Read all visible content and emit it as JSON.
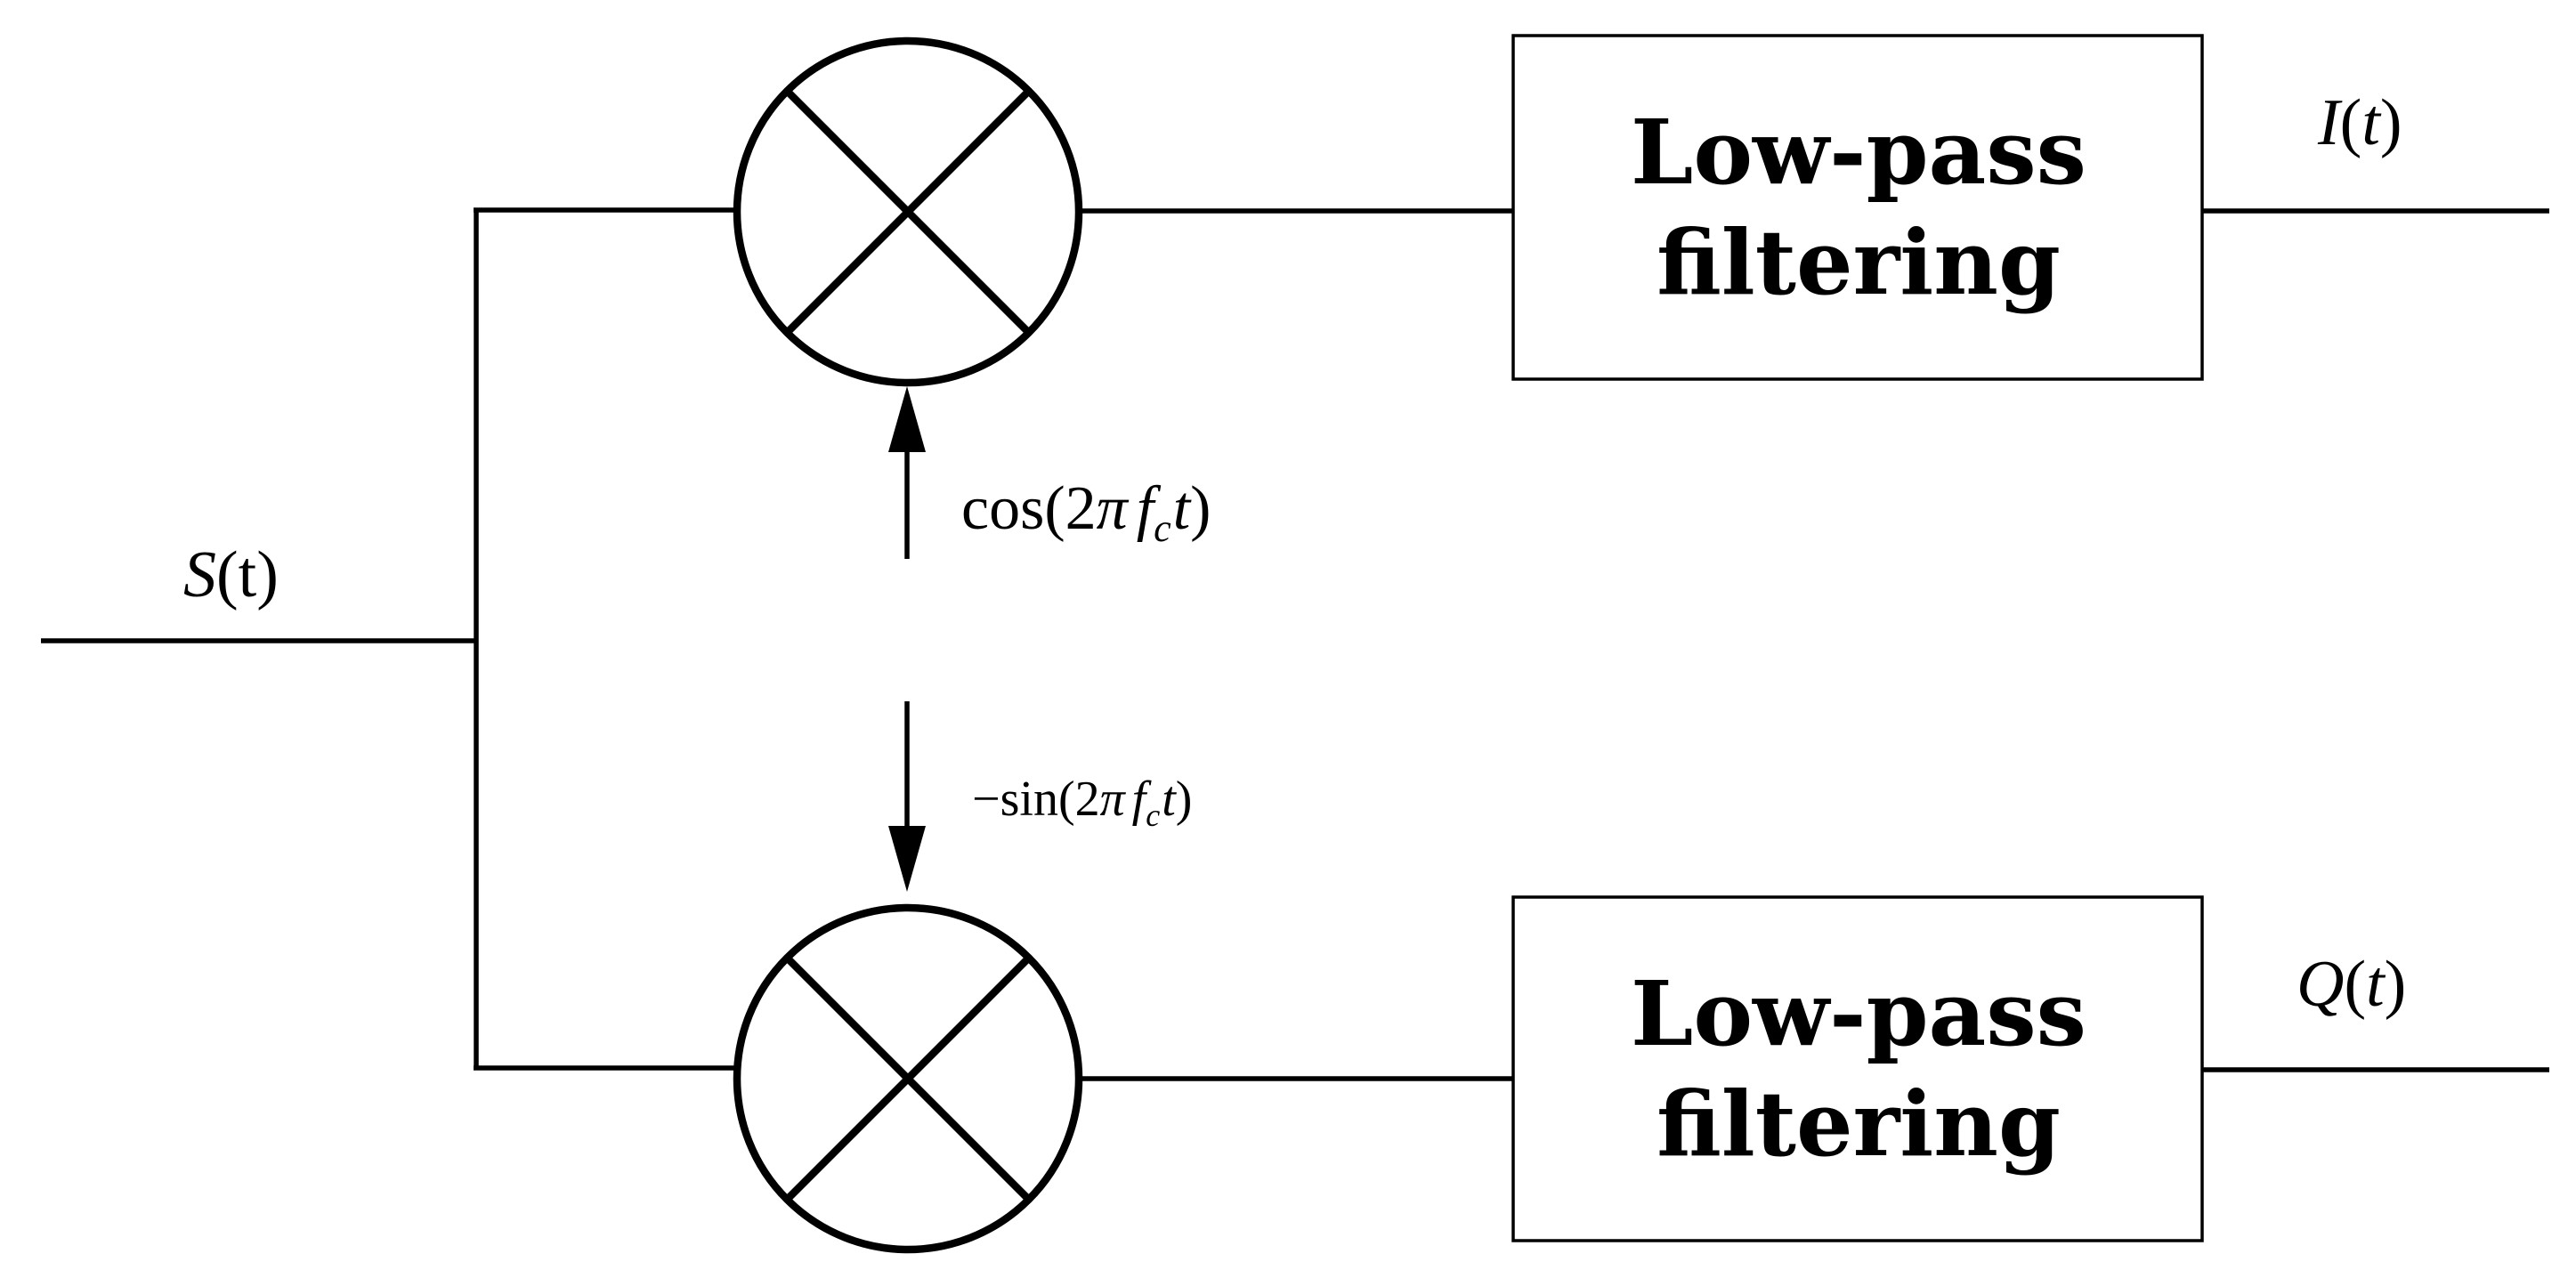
{
  "input_signal": {
    "symbol": "S",
    "argument": "t",
    "open": "(",
    "close": ")"
  },
  "outputs": {
    "in_phase": {
      "symbol": "I",
      "argument": "t",
      "open": "(",
      "close": ")"
    },
    "quadrature": {
      "symbol": "Q",
      "argument": "t",
      "open": "(",
      "close": ")"
    }
  },
  "filters": {
    "top": {
      "line1": "Low-pass",
      "line2": "filtering"
    },
    "bottom": {
      "line1": "Low-pass",
      "line2": "filtering"
    }
  },
  "carriers": {
    "cosine": {
      "func": "cos",
      "open": "(2",
      "pi": "π",
      "f": "f",
      "sub": "c",
      "t": "t",
      "close": ")"
    },
    "sine": {
      "minus": "−",
      "func": "sin",
      "open": "(2",
      "pi": "π",
      "f": "f",
      "sub": "c",
      "t": "t",
      "close": ")"
    }
  },
  "colors": {
    "stroke": "#000000",
    "background": "#ffffff"
  },
  "icons": {
    "mixer": "multiplier-circle-cross-icon",
    "arrow": "arrowhead-icon"
  }
}
